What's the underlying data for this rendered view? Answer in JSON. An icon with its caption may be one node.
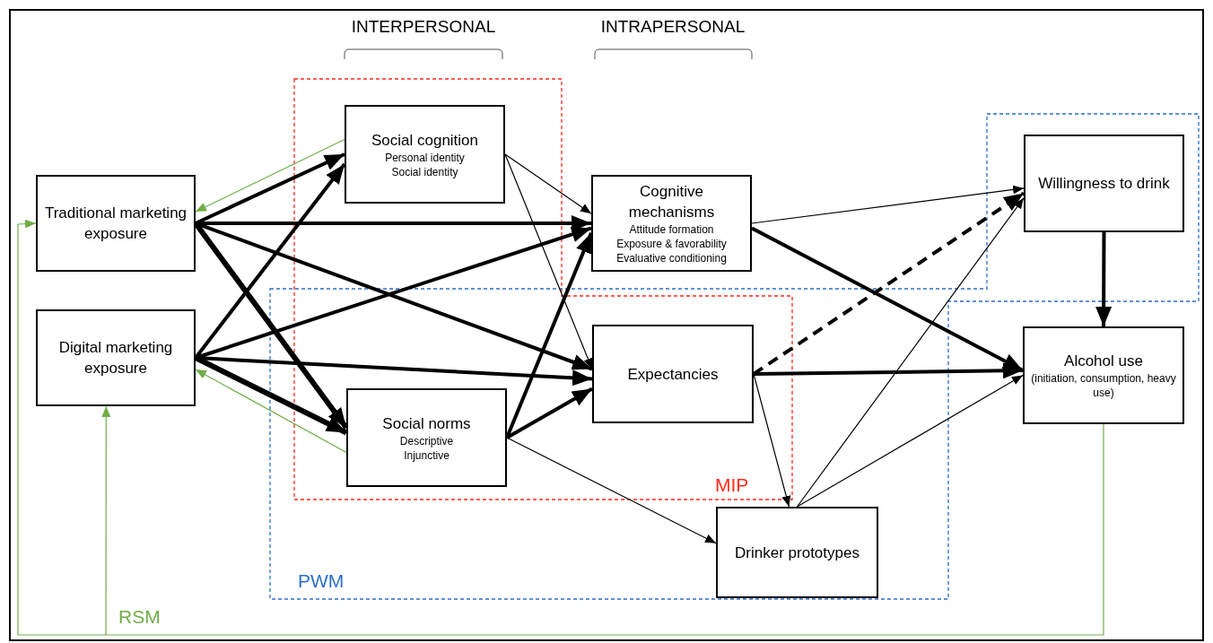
{
  "diagram": {
    "nodes": [
      {
        "text": [
          "Traditional marketing exposure"
        ]
      },
      {
        "text": [
          "Digital marketing exposure"
        ]
      },
      {
        "text": [
          "Social cognition",
          "Personal identity",
          "Social identity"
        ]
      },
      {
        "text": [
          "Cognitive mechanisms",
          "Attitude formation",
          "Exposure & favorability",
          "Evaluative conditioning"
        ]
      },
      {
        "text": [
          "Expectancies"
        ]
      },
      {
        "text": [
          "Social norms",
          "Descriptive",
          "Injunctive"
        ]
      },
      {
        "text": [
          "Willingness to drink"
        ]
      },
      {
        "text": [
          "Alcohol use",
          "(initiation, consumption, heavy use)"
        ]
      },
      {
        "text": [
          "Drinker prototypes"
        ]
      }
    ],
    "edges": [
      {
        "from": 0,
        "to": 2,
        "arrow": "to"
      },
      {
        "from": 0,
        "to": 3,
        "arrow": "to"
      },
      {
        "from": 0,
        "to": 4,
        "arrow": "to"
      },
      {
        "from": 0,
        "to": 5,
        "arrow": "to"
      },
      {
        "from": 1,
        "to": 2,
        "arrow": "to"
      },
      {
        "from": 1,
        "to": 3,
        "arrow": "to"
      },
      {
        "from": 1,
        "to": 4,
        "arrow": "to"
      },
      {
        "from": 1,
        "to": 5,
        "arrow": "to"
      },
      {
        "from": 5,
        "to": 3,
        "arrow": "to"
      },
      {
        "from": 5,
        "to": 4,
        "arrow": "to"
      },
      {
        "from": 2,
        "to": 3,
        "arrow": "to"
      },
      {
        "from": 2,
        "to": 4,
        "arrow": "to"
      },
      {
        "from": 3,
        "to": 6,
        "arrow": "to"
      },
      {
        "from": 3,
        "to": 7,
        "arrow": "to"
      },
      {
        "from": 4,
        "to": 6,
        "arrow": "to",
        "style": "dashed"
      },
      {
        "from": 4,
        "to": 7,
        "arrow": "to"
      },
      {
        "from": 4,
        "to": 8,
        "arrow": "to"
      },
      {
        "from": 5,
        "to": 8,
        "arrow": "to"
      },
      {
        "from": 8,
        "to": 6,
        "arrow": "to"
      },
      {
        "from": 8,
        "to": 7,
        "arrow": "to"
      },
      {
        "from": 6,
        "to": 7,
        "arrow": "to"
      },
      {
        "from": 2,
        "to": 0,
        "arrow": "to",
        "color": "#70ad47"
      },
      {
        "from": 5,
        "to": 1,
        "arrow": "to",
        "color": "#70ad47"
      },
      {
        "from": 7,
        "to": 0,
        "arrow": "to",
        "color": "#70ad47"
      },
      {
        "from": 7,
        "to": 1,
        "arrow": "to",
        "color": "#70ad47"
      }
    ],
    "labels": [
      "INTERPERSONAL",
      "INTRAPERSONAL",
      "MIP",
      "PWM",
      "RSM"
    ]
  }
}
